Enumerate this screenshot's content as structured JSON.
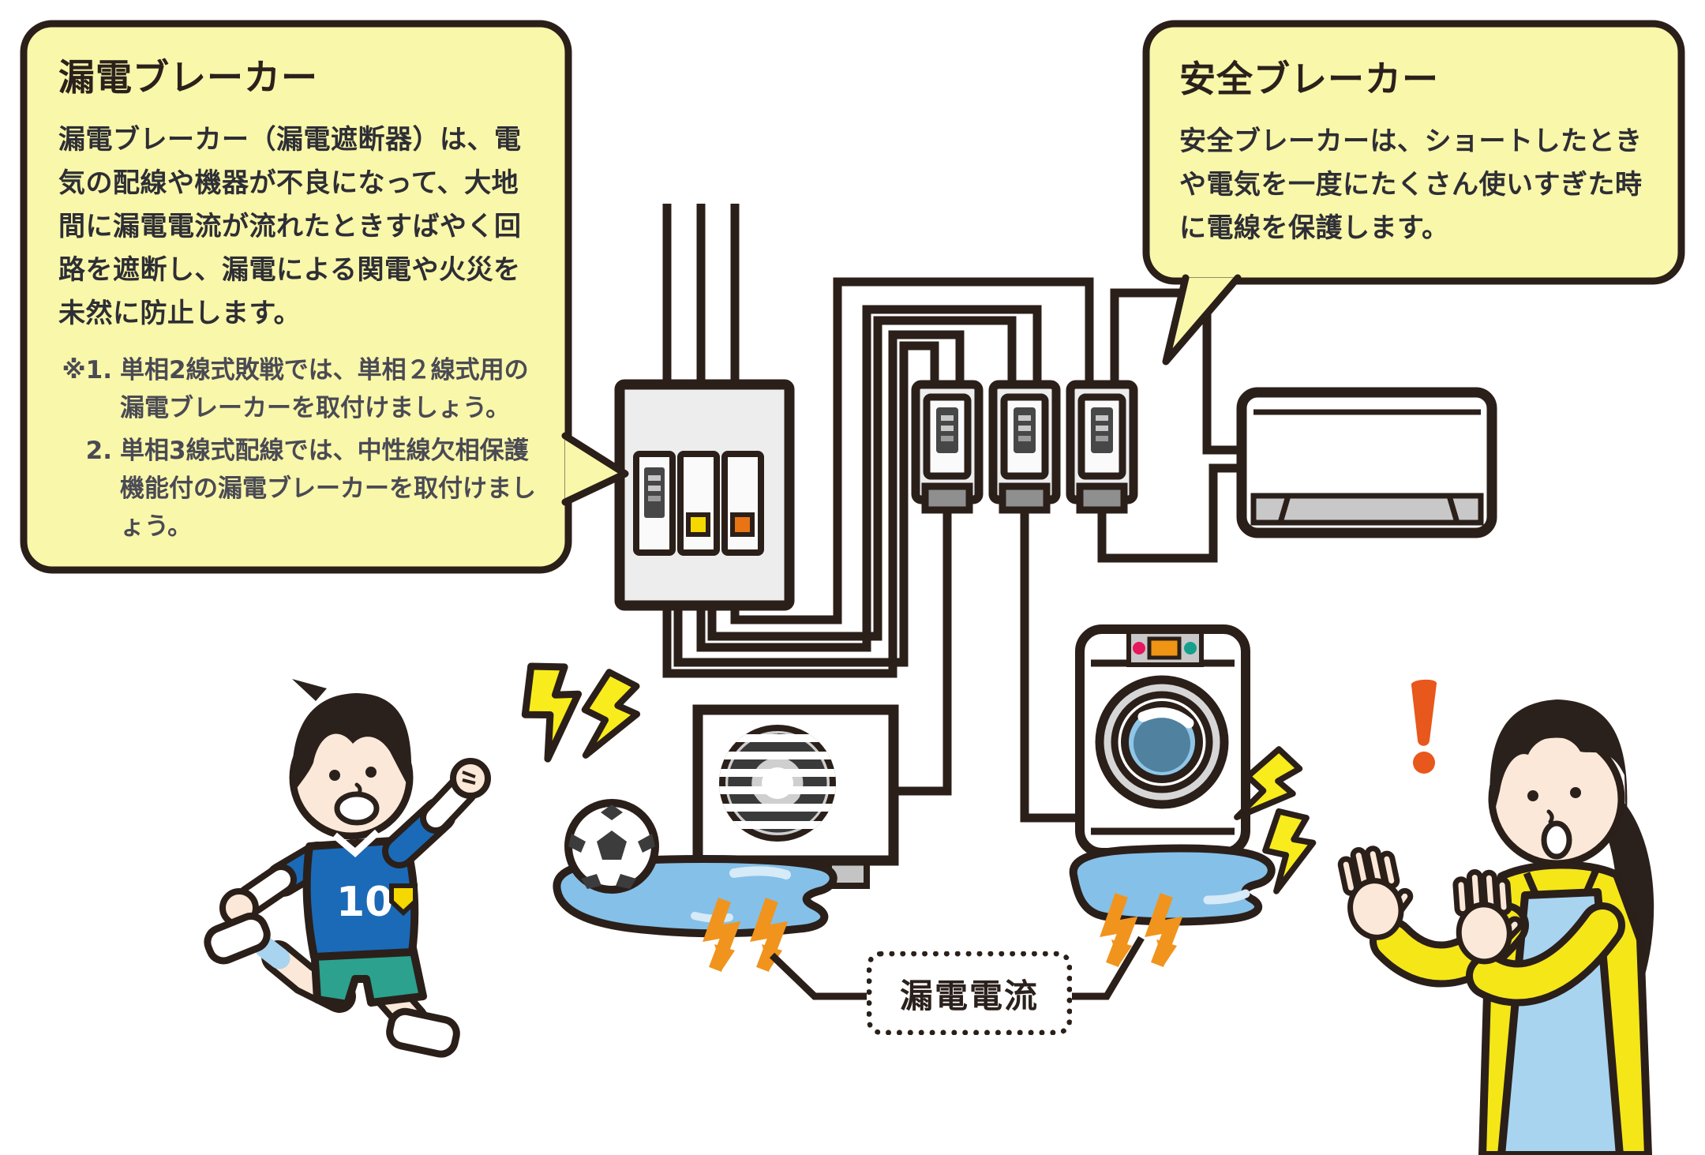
{
  "bubbles": {
    "leakage": {
      "title": "漏電ブレーカー",
      "body": "漏電ブレーカー（漏電遮断器）は、電気の配線や機器が不良になって、大地間に漏電電流が流れたときすばやく回路を遮断し、漏電による関電や火災を未然に防止します。",
      "note1_marker": "※1.",
      "note1": "単相2線式敗戦では、単相２線式用の漏電ブレーカーを取付けましょう。",
      "note2_marker": "2.",
      "note2": "単相3線式配線では、中性線欠相保護機能付の漏電ブレーカーを取付けましょう。"
    },
    "safety": {
      "title": "安全ブレーカー",
      "body": "安全ブレーカーは、ショートしたときや電気を一度にたくさん使いすぎた時に電線を保護します。"
    }
  },
  "diagram": {
    "leakage_current_label": "漏電電流",
    "boy": {
      "jersey_number": "10"
    }
  },
  "icons": {
    "distribution_board": "box-with-three-switches",
    "safety_breaker": "small-breaker-box-x3",
    "air_conditioner": "wall-unit",
    "outdoor_unit": "fan-box",
    "washing_machine": "drum-washer",
    "leak_bolt": "orange-zigzag-arrow",
    "spark_bolt": "yellow-lightning",
    "exclamation": "orange-exclamation-mark",
    "soccer_ball": "black-white-ball",
    "puddle": "blue-water-blob"
  },
  "colors": {
    "outline": "#2b1f1a",
    "bubble_yellow": "#f9f7a9",
    "puddle_blue": "#85c0e8",
    "bolt_yellow": "#f8ec1c",
    "bolt_orange": "#f0941e",
    "alert_orange": "#e8571c",
    "indicator_yellow": "#f5d800",
    "indicator_orange": "#e87414",
    "boy_shirt_blue": "#1a6ab8",
    "boy_shorts_teal": "#2ba18e",
    "woman_shirt_yellow": "#f5e618",
    "apron_blue": "#a8d4f0",
    "device_gray": "#ededed",
    "band_gray": "#8f8f8f"
  }
}
